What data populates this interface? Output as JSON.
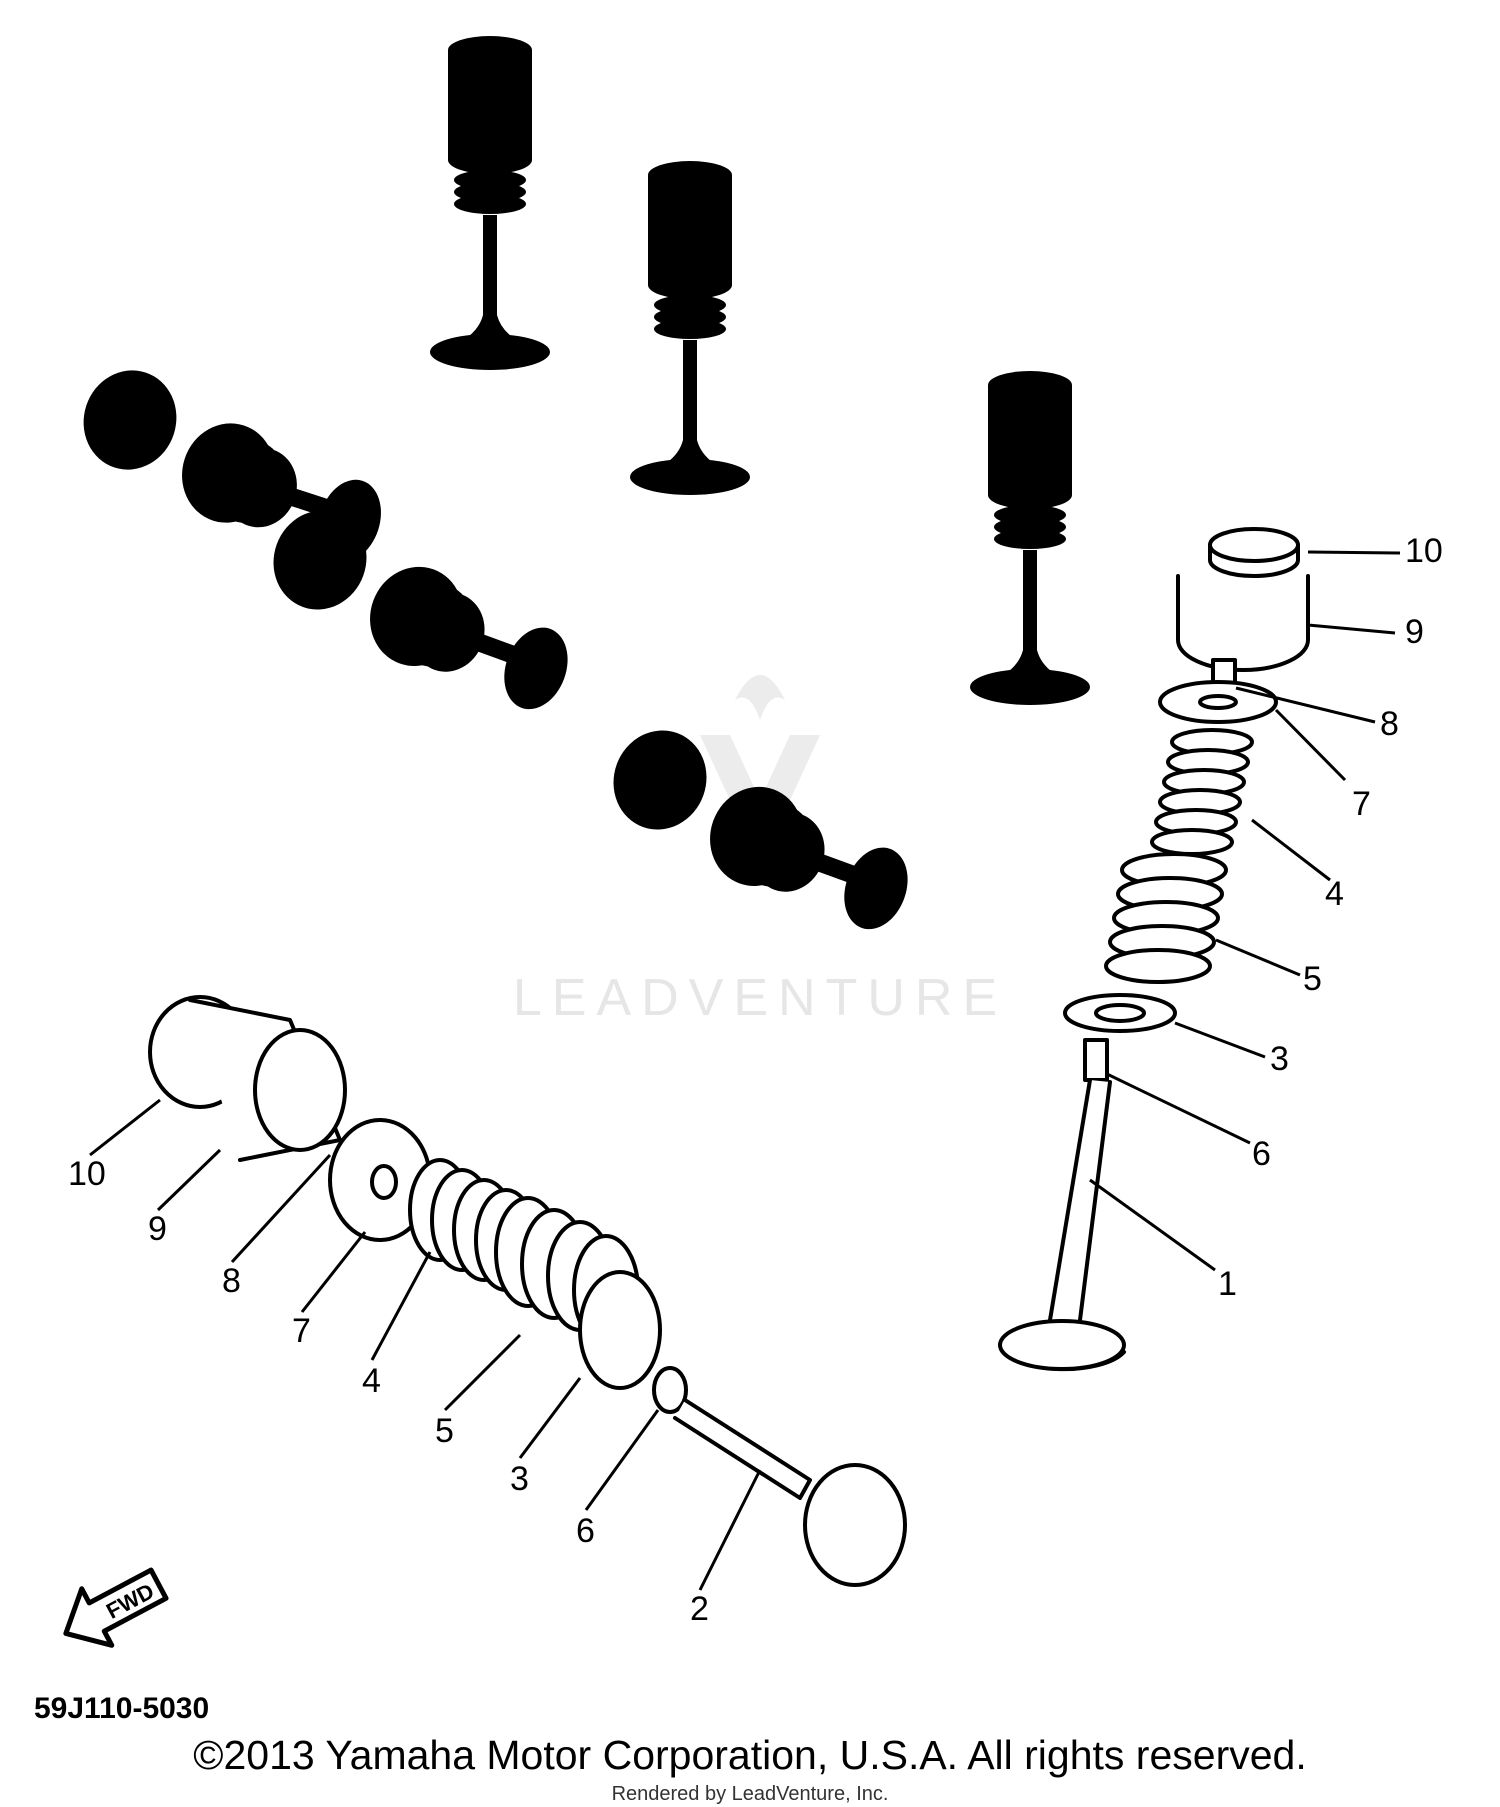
{
  "diagram_code": "59J110-5030",
  "watermark": "LEADVENTURE",
  "fwd_label": "FWD",
  "copyright": "©2013 Yamaha Motor Corporation, U.S.A. All rights reserved.",
  "rendered_by": "Rendered by LeadVenture, Inc.",
  "callouts_right": [
    "10",
    "9",
    "8",
    "7",
    "4",
    "5",
    "3",
    "6",
    "1"
  ],
  "callouts_left": [
    "10",
    "9",
    "8",
    "7",
    "4",
    "5",
    "3",
    "6",
    "2"
  ]
}
